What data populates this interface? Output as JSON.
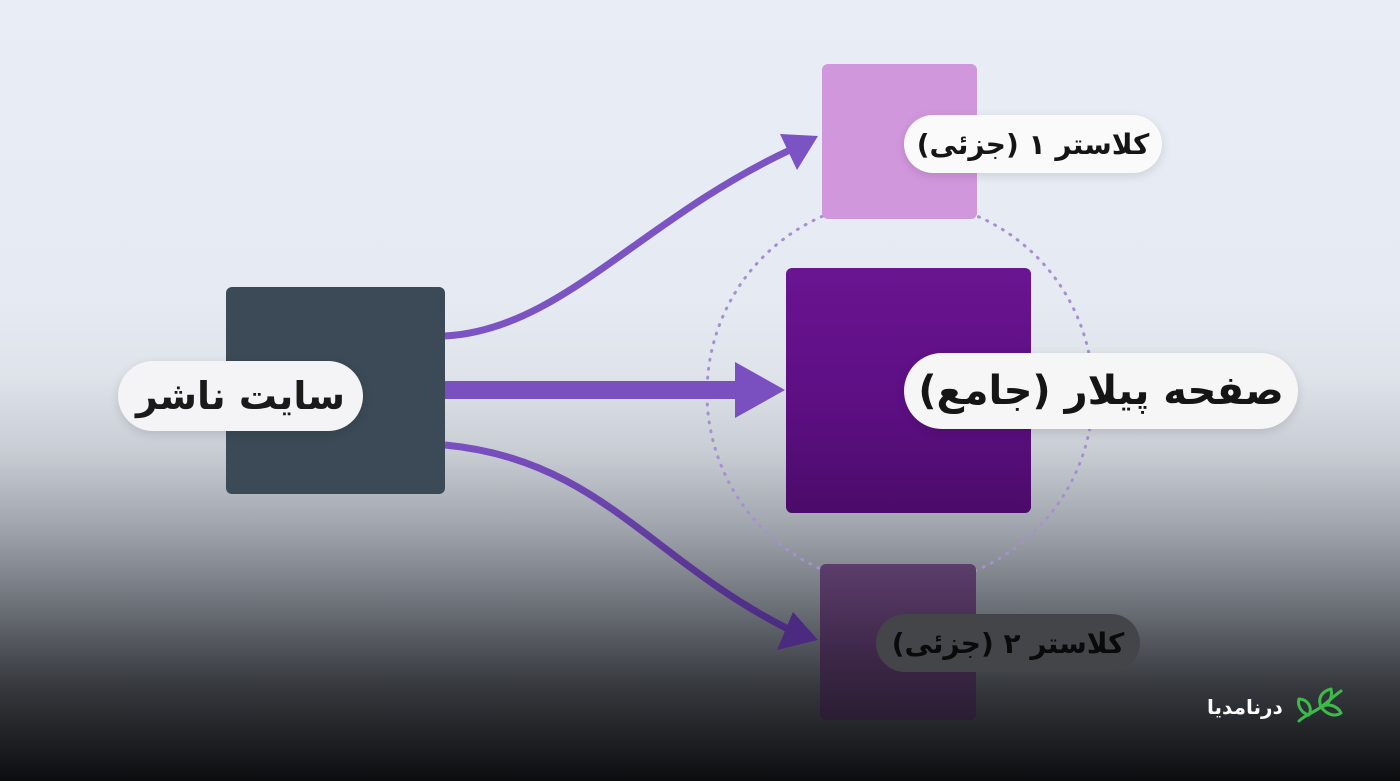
{
  "nodes": {
    "source": {
      "label": "سایت ناشر"
    },
    "cluster1": {
      "label": "کلاستر ۱ (جزئی)"
    },
    "pillar": {
      "label": "صفحه پیلار (جامع)"
    },
    "cluster2": {
      "label": "کلاستر ۲ (جزئی)"
    }
  },
  "edges": [
    {
      "from": "source",
      "to": "cluster1",
      "style": "curved-arrow"
    },
    {
      "from": "source",
      "to": "pillar",
      "style": "straight-thick-arrow"
    },
    {
      "from": "source",
      "to": "cluster2",
      "style": "curved-arrow"
    }
  ],
  "connector": {
    "style": "dotted-circle",
    "links": [
      "cluster1",
      "pillar",
      "cluster2"
    ]
  },
  "colors": {
    "arrow": "#7a4fc0",
    "source_node": "#3b4a56",
    "cluster1_node": "#d197dc",
    "pillar_node": "#5d0f83",
    "cluster2_node": "#3c2747",
    "dotted_circle": "#a98fd0",
    "logo_icon": "#3dba4a"
  },
  "logo": {
    "text": "درنامدیا",
    "icon": "leaf-icon"
  }
}
